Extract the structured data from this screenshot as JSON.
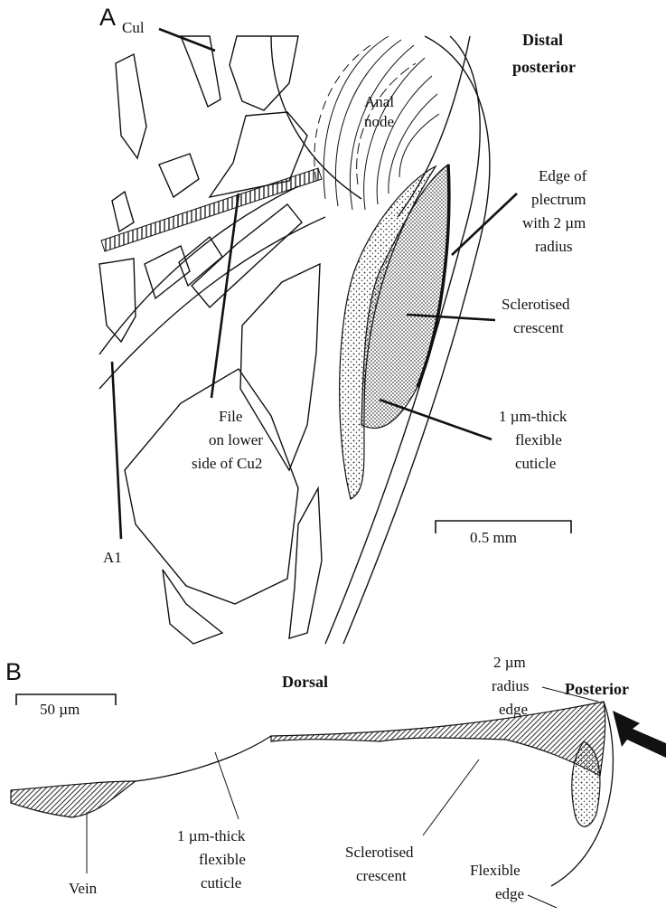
{
  "panel_a": {
    "letter": "A",
    "corner_label": [
      "Distal",
      "posterior"
    ],
    "labels": {
      "cul": "Cul",
      "anal_node": [
        "Anal",
        "node"
      ],
      "plectrum_edge": [
        "Edge of",
        "plectrum",
        "with 2 µm",
        "radius"
      ],
      "sclerotised_crescent": [
        "Sclerotised",
        "crescent"
      ],
      "flexible_cuticle": [
        "1 µm-thick",
        "flexible",
        "cuticle"
      ],
      "file": [
        "File",
        "on lower",
        "side of Cu2"
      ],
      "a1": "A1"
    },
    "scale_bar": "0.5 mm"
  },
  "panel_b": {
    "letter": "B",
    "dorsal": "Dorsal",
    "posterior": "Posterior",
    "scale_bar": "50 µm",
    "labels": {
      "radius_edge": [
        "2 µm",
        "radius",
        "edge"
      ],
      "vein": "Vein",
      "flexible_cuticle": [
        "1 µm-thick",
        "flexible",
        "cuticle"
      ],
      "sclerotised_crescent": [
        "Sclerotised",
        "crescent"
      ],
      "flexible_edge": [
        "Flexible",
        "edge"
      ]
    }
  }
}
